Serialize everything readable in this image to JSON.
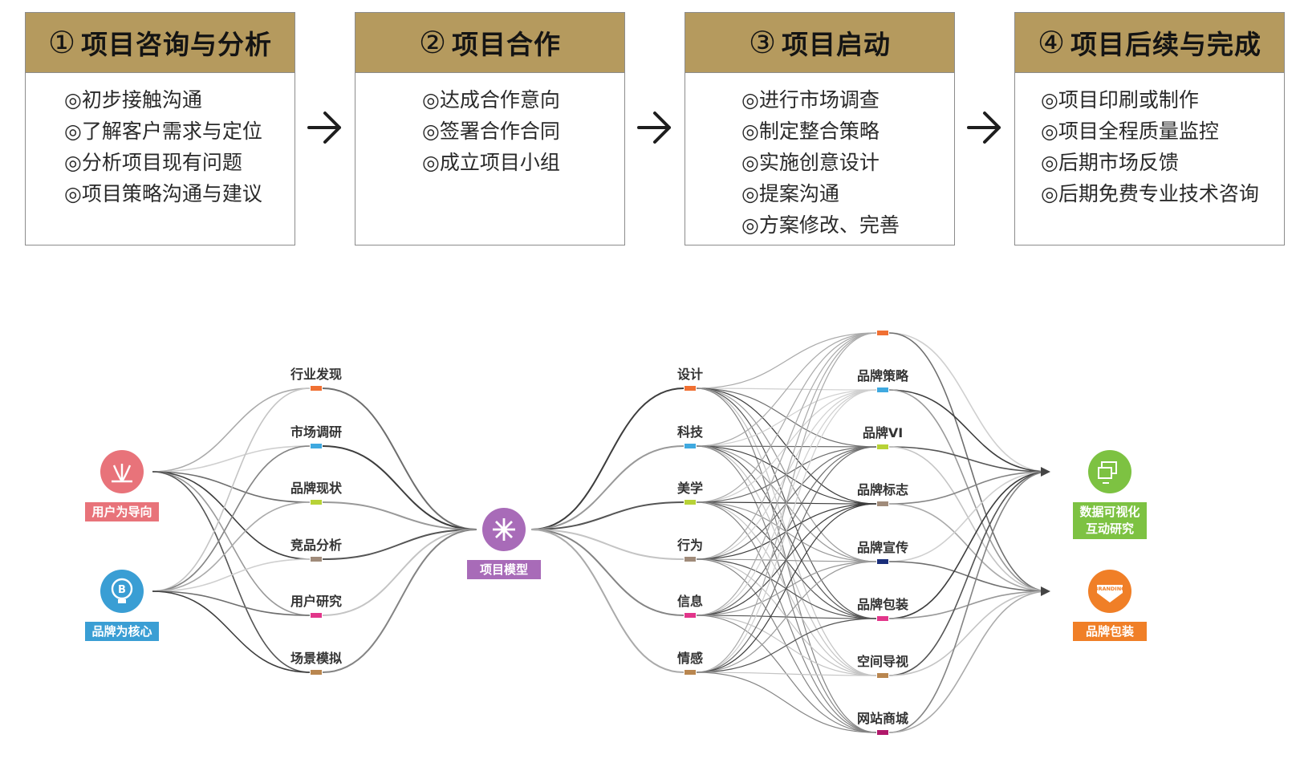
{
  "steps": [
    {
      "num": "①",
      "title": "项目咨询与分析",
      "items": [
        "◎初步接触沟通",
        "◎了解客户需求与定位",
        "◎分析项目现有问题",
        "◎项目策略沟通与建议"
      ]
    },
    {
      "num": "②",
      "title": "项目合作",
      "items": [
        "◎达成合作意向",
        "◎签署合作合同",
        "◎成立项目小组"
      ]
    },
    {
      "num": "③",
      "title": "项目启动",
      "items": [
        "◎进行市场调查",
        "◎制定整合策略",
        "◎实施创意设计",
        "◎提案沟通",
        "◎方案修改、完善"
      ]
    },
    {
      "num": "④",
      "title": "项目后续与完成",
      "items": [
        "◎项目印刷或制作",
        "◎项目全程质量监控",
        "◎后期市场反馈",
        "◎后期免费专业技术咨询"
      ]
    }
  ],
  "arrow_icon": "arrow-right-icon",
  "diagram": {
    "sources": [
      {
        "label": "用户为导向",
        "color": "#e8737a",
        "icon": "fountain-icon"
      },
      {
        "label": "品牌为核心",
        "color": "#3a9ed4",
        "icon": "lightbulb-b-icon"
      }
    ],
    "research": [
      {
        "label": "行业发现",
        "color": "#f07033"
      },
      {
        "label": "市场调研",
        "color": "#3fa9e0"
      },
      {
        "label": "品牌现状",
        "color": "#b7d236"
      },
      {
        "label": "竞品分析",
        "color": "#a08b7a"
      },
      {
        "label": "用户研究",
        "color": "#e2358a"
      },
      {
        "label": "场景模拟",
        "color": "#b9864f"
      }
    ],
    "center": {
      "label": "项目模型",
      "color": "#a86bb8",
      "icon": "snowflake-icon"
    },
    "dimensions": [
      {
        "label": "设计",
        "color": "#f07033"
      },
      {
        "label": "科技",
        "color": "#3fa9e0"
      },
      {
        "label": "美学",
        "color": "#b7d236"
      },
      {
        "label": "行为",
        "color": "#a08b7a"
      },
      {
        "label": "信息",
        "color": "#e2358a"
      },
      {
        "label": "情感",
        "color": "#b9864f"
      }
    ],
    "deliverables": [
      {
        "label": "",
        "color": "#f07033"
      },
      {
        "label": "品牌策略",
        "color": "#3fa9e0"
      },
      {
        "label": "品牌VI",
        "color": "#b7d236"
      },
      {
        "label": "品牌标志",
        "color": "#a08b7a"
      },
      {
        "label": "品牌宣传",
        "color": "#1a2e7a"
      },
      {
        "label": "品牌包装",
        "color": "#e2358a"
      },
      {
        "label": "空间导视",
        "color": "#b9864f"
      },
      {
        "label": "网站商城",
        "color": "#b0176a"
      }
    ],
    "outputs": [
      {
        "lines": [
          "数据可视化",
          "互动研究"
        ],
        "color": "#7dc242",
        "icon": "screens-icon"
      },
      {
        "lines": [
          "品牌包装"
        ],
        "color": "#f07f27",
        "icon": "branding-badge-icon",
        "badge_text": "BRANDING"
      }
    ]
  }
}
